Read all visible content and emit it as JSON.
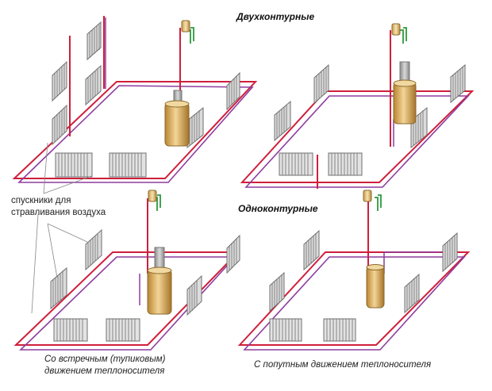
{
  "headings": {
    "double_circuit": "Двухконтурные",
    "single_circuit": "Одноконтурные"
  },
  "annotations": {
    "air_vents_line1": "спускники для",
    "air_vents_line2": "стравливания воздуха"
  },
  "captions": {
    "dead_end_line1": "Со встречным (тупиковым)",
    "dead_end_line2": "движением теплоносителя",
    "passing": "С попутным движением теплоносителя"
  },
  "colors": {
    "supply_pipe": "#cf1f3c",
    "return_pipe": "#8e3c9e",
    "cold_water_pipe": "#2e9a3c",
    "boiler_body": "#d8a85c",
    "chimney": "#a9a9a9",
    "radiator": "#8f8f8f"
  }
}
